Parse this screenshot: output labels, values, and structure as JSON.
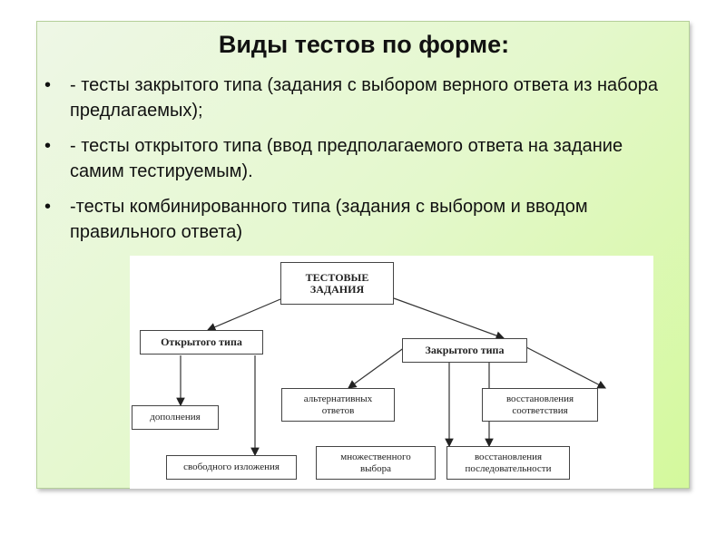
{
  "slide": {
    "title": "Виды тестов по форме:",
    "bullet_char": "•",
    "bullets": [
      "- тесты закрытого типа (задания с выбором верного ответа из набора предлагаемых);",
      "- тесты открытого типа (ввод предполагаемого ответа на задание самим тестируемым).",
      "-тесты комбинированного типа (задания с выбором и вводом правильного ответа)"
    ]
  },
  "diagram": {
    "root": "ТЕСТОВЫЕ ЗАДАНИЯ",
    "open": "Открытого типа",
    "closed": "Закрытого типа",
    "open_children": [
      "дополнения",
      "свободного изложения"
    ],
    "closed_children": [
      "альтернативных ответов",
      "восстановления соответствия",
      "множественного выбора",
      "восстановления последовательности"
    ]
  }
}
